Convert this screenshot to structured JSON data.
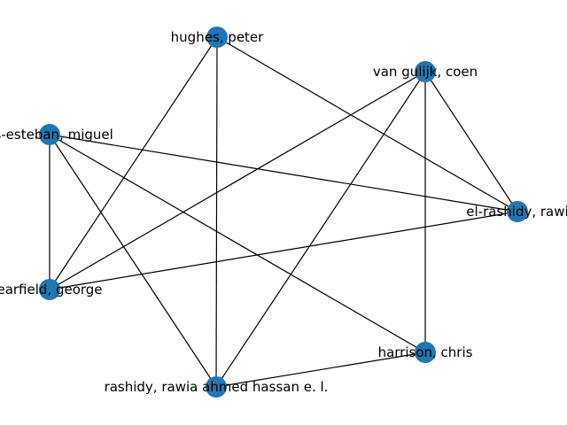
{
  "graph": {
    "node_color": "#1f77b4",
    "edge_color": "#000000",
    "nodes": [
      {
        "id": "hughes",
        "label": "hughes, peter"
      },
      {
        "id": "vangulik",
        "label": "van gulijk, coen"
      },
      {
        "id": "esteban",
        "label": "es-esteban, miguel"
      },
      {
        "id": "elrashidy",
        "label": "el-rashidy, rawi"
      },
      {
        "id": "clearfield",
        "label": "earfield, george"
      },
      {
        "id": "harrison",
        "label": "harrison, chris"
      },
      {
        "id": "rashidy",
        "label": "rashidy, rawia ahmed hassan e. l."
      }
    ],
    "edges": [
      [
        "hughes",
        "clearfield"
      ],
      [
        "hughes",
        "rashidy"
      ],
      [
        "hughes",
        "elrashidy"
      ],
      [
        "vangulik",
        "elrashidy"
      ],
      [
        "vangulik",
        "harrison"
      ],
      [
        "vangulik",
        "rashidy"
      ],
      [
        "vangulik",
        "clearfield"
      ],
      [
        "esteban",
        "clearfield"
      ],
      [
        "esteban",
        "rashidy"
      ],
      [
        "esteban",
        "harrison"
      ],
      [
        "esteban",
        "elrashidy"
      ],
      [
        "clearfield",
        "elrashidy"
      ],
      [
        "harrison",
        "rashidy"
      ]
    ]
  }
}
